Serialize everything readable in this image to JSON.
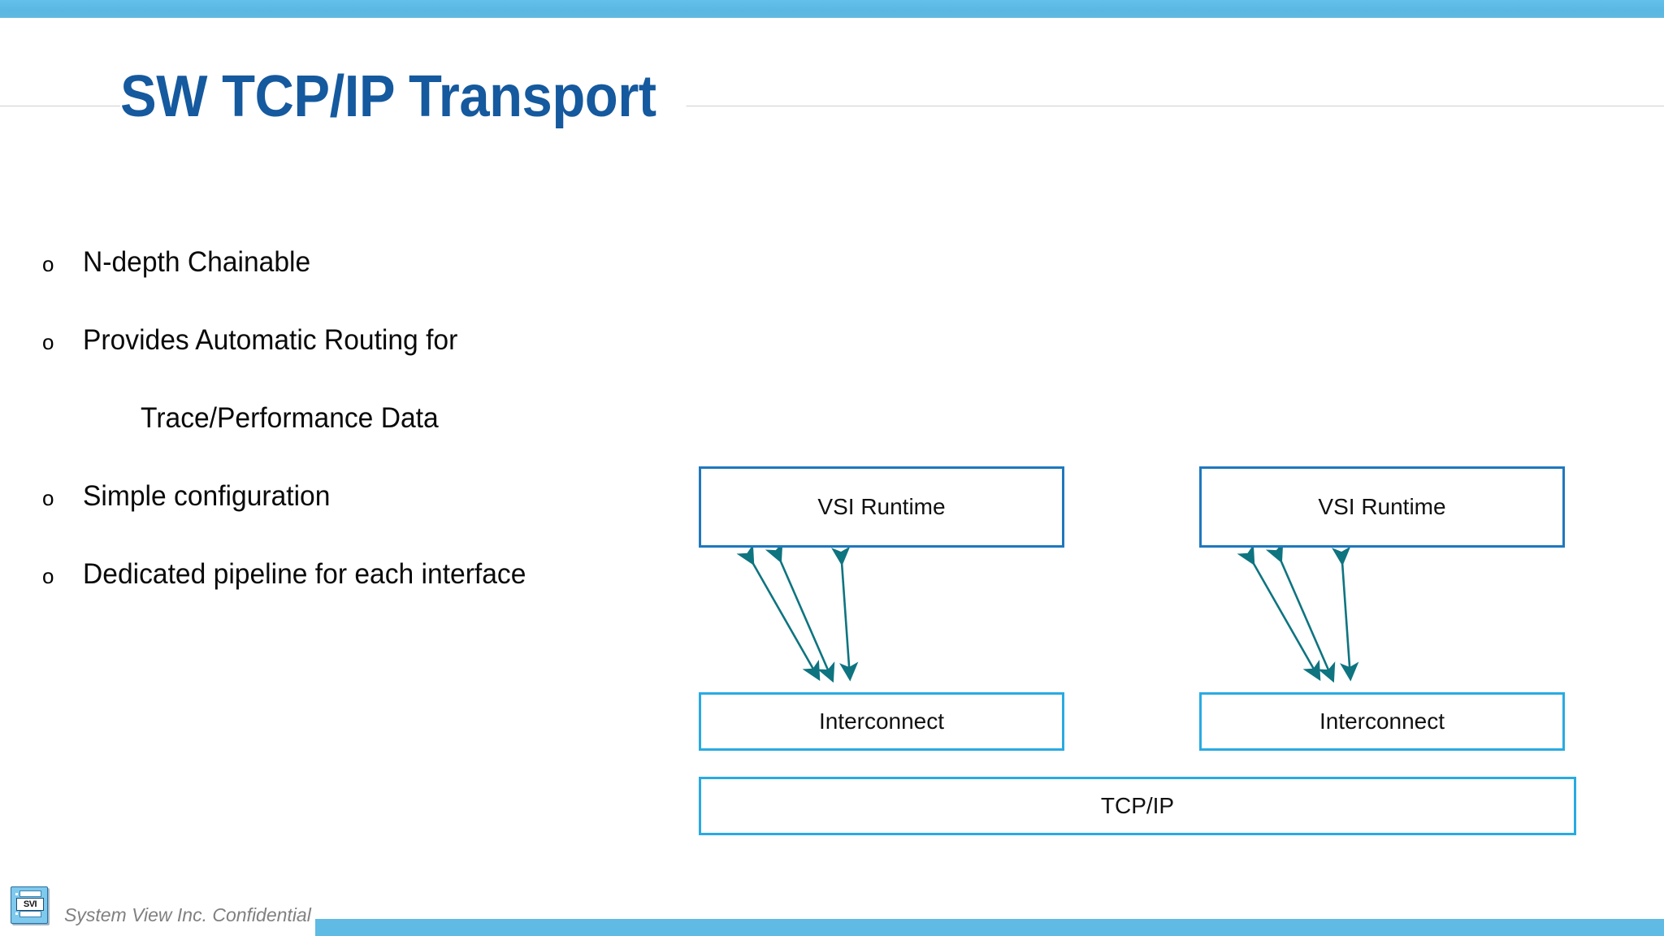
{
  "slide": {
    "title": "SW  TCP/IP Transport",
    "title_color": "#15599E",
    "top_bar_color": "#5ab7e2",
    "background_color": "#FFFFFF"
  },
  "bullets": [
    {
      "marker": "o",
      "text": "N-depth Chainable",
      "level": 1
    },
    {
      "marker": "o",
      "text": "Provides Automatic Routing for",
      "level": 1
    },
    {
      "marker": "",
      "text": "Trace/Performance Data",
      "level": 2
    },
    {
      "marker": "o",
      "text": "Simple configuration",
      "level": 1
    },
    {
      "marker": "o",
      "text": "Dedicated pipeline for each interface",
      "level": 1
    }
  ],
  "diagram": {
    "arrow_color": "#0E7480",
    "runtime_border_color": "#1F78BE",
    "interconnect_border_color": "#29ABE2",
    "columns": [
      {
        "runtime_label": "VSI Runtime",
        "interconnect_label": "Interconnect"
      },
      {
        "runtime_label": "VSI Runtime",
        "interconnect_label": "Interconnect"
      }
    ],
    "base_label": "TCP/IP"
  },
  "footer": {
    "logo_text": "SVI",
    "text": "System View Inc. Confidential",
    "bar_color": "#5fbbe4"
  }
}
